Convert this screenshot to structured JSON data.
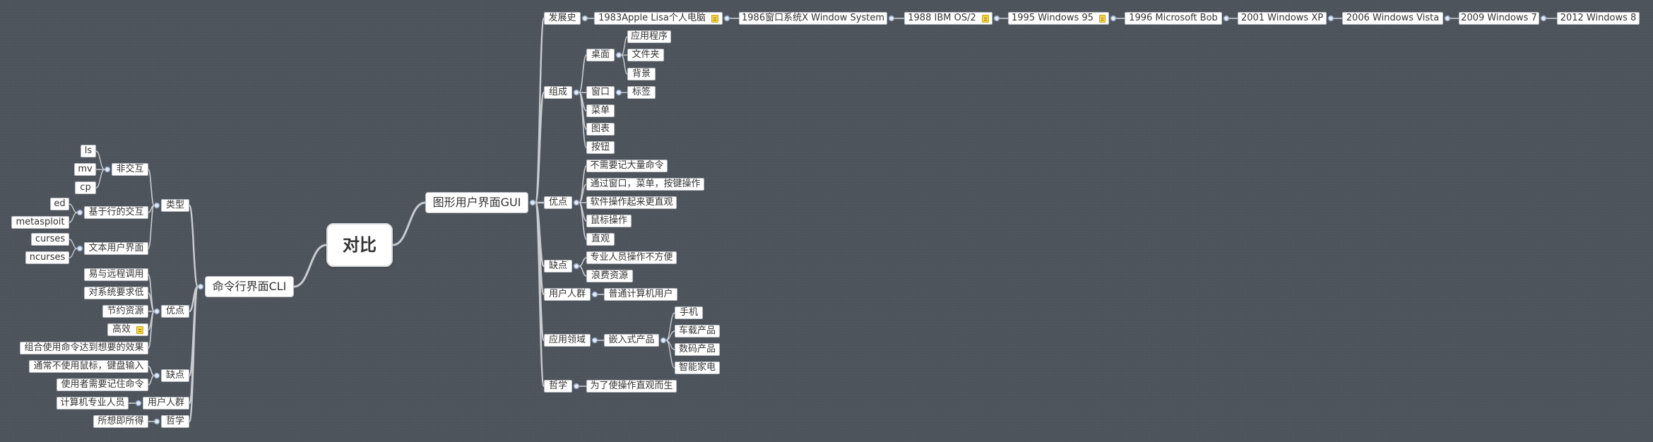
{
  "root": "对比",
  "gui": {
    "title": "图形用户界面GUI",
    "history": {
      "label": "发展史",
      "items": [
        "1983Apple Lisa个人电脑",
        "1986窗口系统X Window System",
        "1988 IBM OS/2",
        "1995 Windows 95",
        "1996 Microsoft Bob",
        "2001 Windows XP",
        "2006 Windows Vista",
        "2009 Windows 7",
        "2012 Windows 8"
      ]
    },
    "composition": {
      "label": "组成",
      "desktop": {
        "label": "桌面",
        "items": [
          "应用程序",
          "文件夹",
          "背景"
        ]
      },
      "window": {
        "label": "窗口",
        "items": [
          "标签"
        ]
      },
      "others": [
        "菜单",
        "图表",
        "按钮"
      ]
    },
    "advantages": {
      "label": "优点",
      "items": [
        "不需要记大量命令",
        "通过窗口，菜单，按键操作",
        "软件操作起来更直观",
        "鼠标操作",
        "直观"
      ]
    },
    "disadvantages": {
      "label": "缺点",
      "items": [
        "专业人员操作不方便",
        "浪费资源"
      ]
    },
    "users": {
      "label": "用户人群",
      "items": [
        "普通计算机用户"
      ]
    },
    "application": {
      "label": "应用领域",
      "embedded": {
        "label": "嵌入式产品",
        "items": [
          "手机",
          "车载产品",
          "数码产品",
          "智能家电"
        ]
      }
    },
    "philosophy": {
      "label": "哲学",
      "items": [
        "为了使操作直观而生"
      ]
    }
  },
  "cli": {
    "title": "命令行界面CLI",
    "types": {
      "label": "类型",
      "non_interactive": {
        "label": "非交互",
        "items": [
          "ls",
          "mv",
          "cp"
        ]
      },
      "line_interactive": {
        "label": "基于行的交互",
        "items": [
          "ed",
          "metasploit"
        ]
      },
      "text_ui": {
        "label": "文本用户界面",
        "items": [
          "curses",
          "ncurses"
        ]
      }
    },
    "advantages": {
      "label": "优点",
      "items": [
        "易与远程调用",
        "对系统要求低",
        "节约资源",
        "高效",
        "组合使用命令达到想要的效果"
      ]
    },
    "disadvantages": {
      "label": "缺点",
      "items": [
        "通常不使用鼠标，键盘输入",
        "使用者需要记住命令"
      ]
    },
    "users": {
      "label": "用户人群",
      "items": [
        "计算机专业人员"
      ]
    },
    "philosophy": {
      "label": "哲学",
      "items": [
        "所想即所得"
      ]
    }
  },
  "colors": {
    "background": "#4e545c",
    "connector": "#c9ccd0",
    "node_fill": "#ffffff",
    "note_icon": "#f3d34a"
  },
  "icons": {
    "note": "note-icon",
    "junction": "junction-dot"
  }
}
